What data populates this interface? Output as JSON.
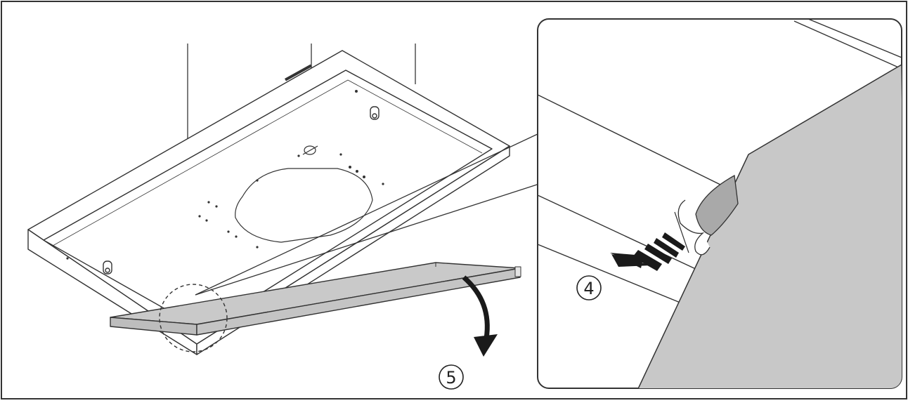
{
  "figure": {
    "step_labels": [
      {
        "id": "step-4",
        "text": "4"
      },
      {
        "id": "step-5",
        "text": "5"
      }
    ]
  }
}
